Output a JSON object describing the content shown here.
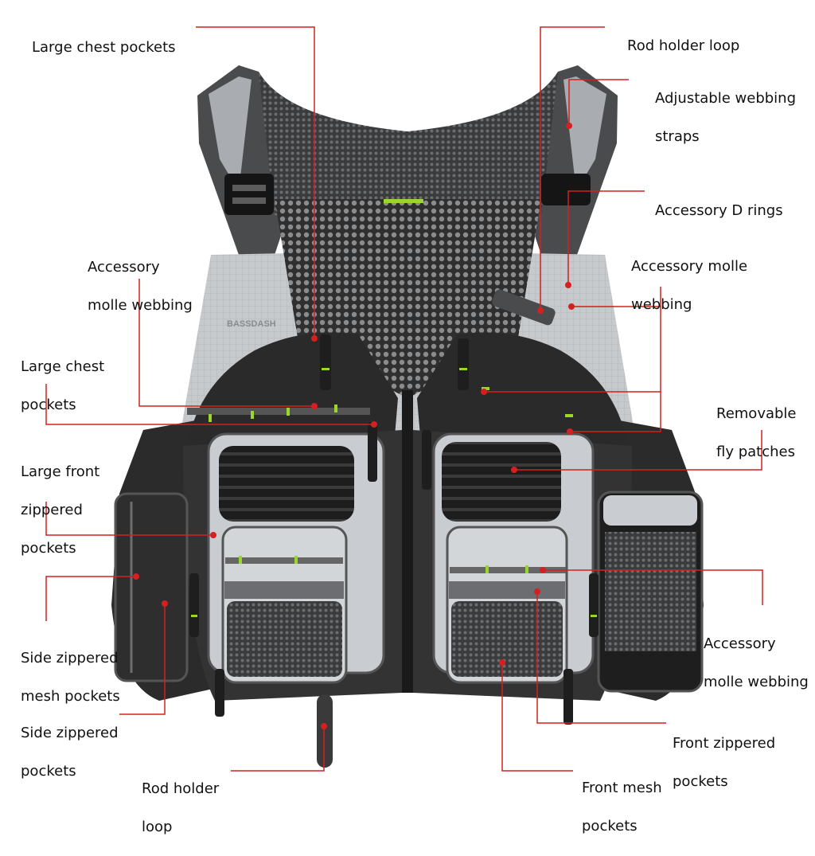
{
  "colors": {
    "leader": "#d42020",
    "dot": "#d42020",
    "vest_dark": "#3a3a3a",
    "vest_mid": "#5a5b5c",
    "vest_light": "#c9ccd0",
    "mesh": "#4a4a4a",
    "accent_green": "#9bd62a"
  },
  "vest_logo_text": "BASSDASH",
  "labels": {
    "large_chest_pockets_top": [
      "Large chest pockets"
    ],
    "rod_holder_loop_top": [
      "Rod holder loop"
    ],
    "adjustable_webbing_straps": [
      "Adjustable webbing",
      "straps"
    ],
    "accessory_d_rings": [
      "Accessory D rings"
    ],
    "accessory_molle_webbing_left": [
      "Accessory",
      "molle webbing"
    ],
    "accessory_molle_webbing_right": [
      "Accessory molle",
      "webbing"
    ],
    "large_chest_pockets_left": [
      "Large chest",
      "pockets"
    ],
    "removable_fly_patches": [
      "Removable",
      "fly patches"
    ],
    "large_front_zippered_pockets": [
      "Large front",
      "zippered",
      "pockets"
    ],
    "side_zippered_mesh_pockets": [
      "Side zippered",
      "mesh pockets"
    ],
    "accessory_molle_webbing_lower": [
      "Accessory",
      "molle webbing"
    ],
    "side_zippered_pockets": [
      "Side zippered",
      "pockets"
    ],
    "front_zippered_pockets": [
      "Front zippered",
      "pockets"
    ],
    "rod_holder_loop_bottom": [
      "Rod holder",
      "loop"
    ],
    "front_mesh_pockets": [
      "Front mesh",
      "pockets"
    ]
  }
}
